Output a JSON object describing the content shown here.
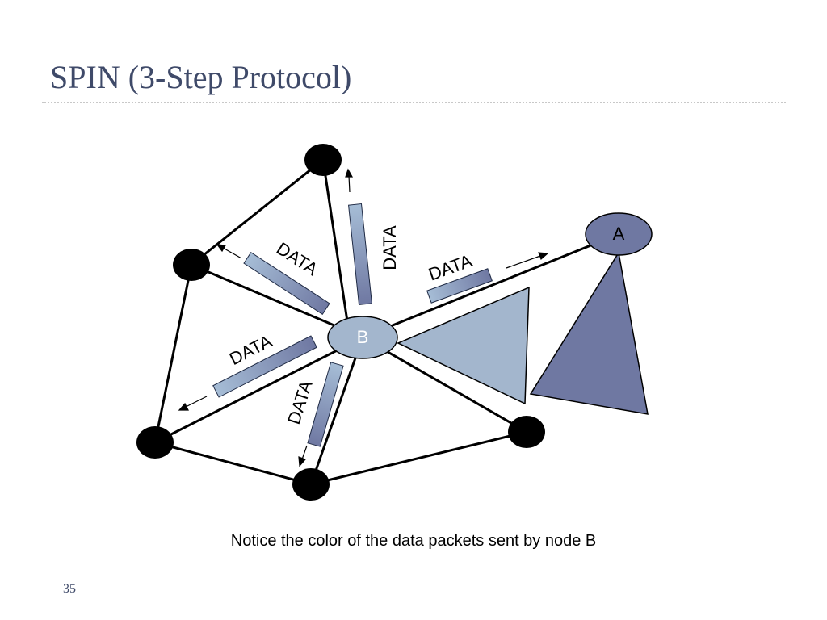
{
  "slide": {
    "title": "SPIN (3-Step Protocol)",
    "caption": "Notice the color of the data packets sent by node B",
    "page_number": "35"
  },
  "nodes": {
    "a_label": "A",
    "b_label": "B"
  },
  "packets": {
    "upper_left": "DATA",
    "top": "DATA",
    "to_a": "DATA",
    "lower_left": "DATA",
    "bottom": "DATA"
  },
  "colors": {
    "title": "#3f4a69",
    "node_a": "#6f78a2",
    "node_b": "#a3b6cd",
    "interest_a": "#6f78a2",
    "interest_b": "#a3b6cd",
    "packet_light": "#a6bdd6",
    "packet_dark": "#6f78a2"
  }
}
